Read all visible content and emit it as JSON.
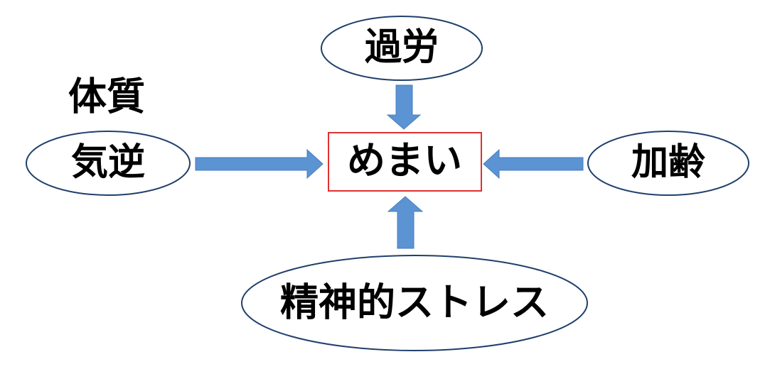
{
  "diagram": {
    "center": {
      "label": "めまい",
      "border_color": "#e03030"
    },
    "top": {
      "label": "過労"
    },
    "left": {
      "label": "気逆",
      "caption": "体質"
    },
    "right": {
      "label": "加齢"
    },
    "bottom": {
      "label": "精神的ストレス"
    },
    "colors": {
      "arrow": "#5b93d3",
      "arrow_edge": "#4a7fbf",
      "ellipse_stroke": "#1f3f6b",
      "text": "#000000"
    }
  }
}
